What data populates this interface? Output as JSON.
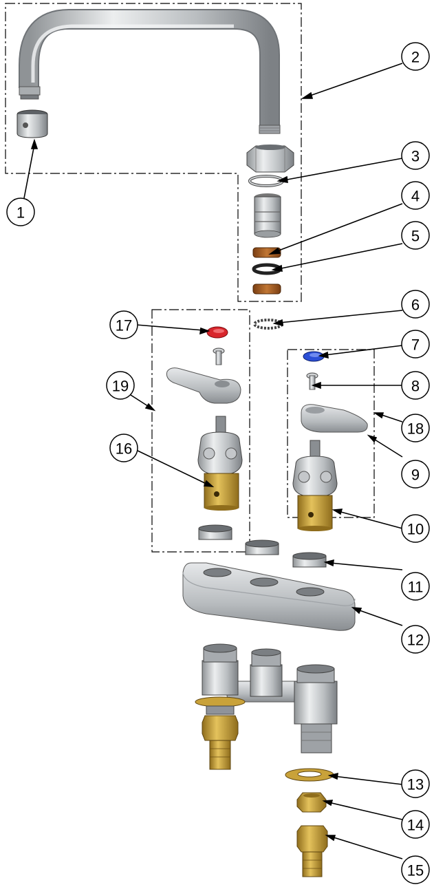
{
  "callouts": [
    {
      "id": "1",
      "label": "1"
    },
    {
      "id": "2",
      "label": "2"
    },
    {
      "id": "3",
      "label": "3"
    },
    {
      "id": "4",
      "label": "4"
    },
    {
      "id": "5",
      "label": "5"
    },
    {
      "id": "6",
      "label": "6"
    },
    {
      "id": "7",
      "label": "7"
    },
    {
      "id": "8",
      "label": "8"
    },
    {
      "id": "9",
      "label": "9"
    },
    {
      "id": "10",
      "label": "10"
    },
    {
      "id": "11",
      "label": "11"
    },
    {
      "id": "12",
      "label": "12"
    },
    {
      "id": "13",
      "label": "13"
    },
    {
      "id": "14",
      "label": "14"
    },
    {
      "id": "15",
      "label": "15"
    },
    {
      "id": "16",
      "label": "16"
    },
    {
      "id": "17",
      "label": "17"
    },
    {
      "id": "18",
      "label": "18"
    },
    {
      "id": "19",
      "label": "19"
    }
  ],
  "colors": {
    "chrome": "#c8cbcd",
    "chrome_dark": "#8a8e92",
    "brass": "#c9a23a",
    "brass_dark": "#8f6d1c",
    "washer_brown": "#a05a24",
    "cap_red": "#d8262c",
    "cap_blue": "#2b4fd6",
    "line": "#000000"
  }
}
